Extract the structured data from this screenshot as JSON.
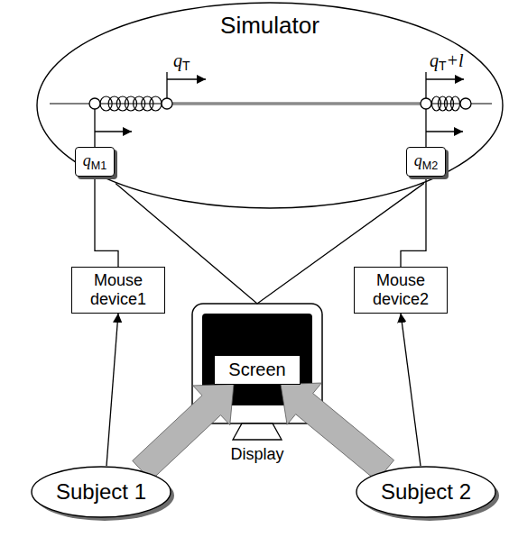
{
  "diagram": {
    "nodes": [
      {
        "text": [
          "Simulator"
        ]
      },
      {
        "text": [
          "qM1"
        ],
        "in": 0
      },
      {
        "text": [
          "qM2"
        ],
        "in": 0
      },
      {
        "text": [
          "Mouse device1"
        ]
      },
      {
        "text": [
          "Display"
        ]
      },
      {
        "text": [
          "Screen"
        ],
        "in": 4
      },
      {
        "text": [
          "Mouse device2"
        ]
      },
      {
        "text": [
          "Subject 1"
        ]
      },
      {
        "text": [
          "Subject 2"
        ]
      }
    ],
    "edges": [
      {
        "from": 0,
        "to": 4,
        "arrow": "none"
      },
      {
        "from": 3,
        "to": 1,
        "arrow": "none"
      },
      {
        "from": 6,
        "to": 2,
        "arrow": "none"
      },
      {
        "from": 7,
        "to": 3,
        "arrow": "to"
      },
      {
        "from": 8,
        "to": 6,
        "arrow": "to"
      },
      {
        "from": 7,
        "to": 5,
        "arrow": "to"
      },
      {
        "from": 8,
        "to": 5,
        "arrow": "to"
      }
    ],
    "labels": [
      "qT",
      "qT+l"
    ]
  }
}
